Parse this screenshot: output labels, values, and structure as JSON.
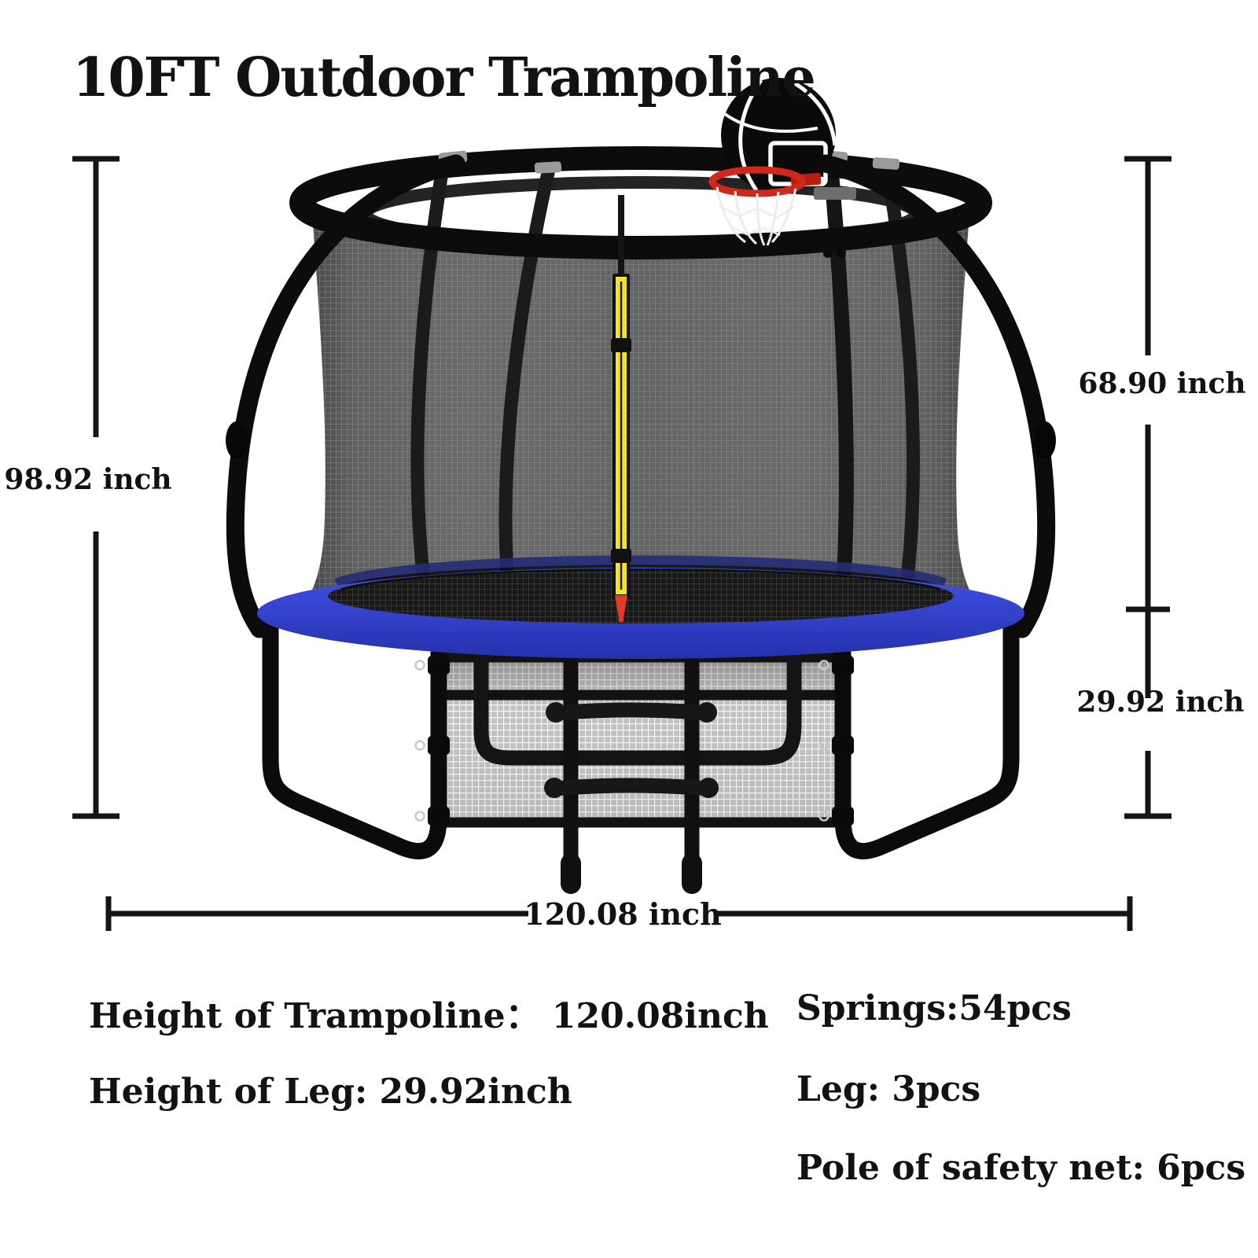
{
  "title": "10FT Outdoor Trampoline",
  "dimension_labels": {
    "overall_height": "98.92 inch",
    "enclosure_height": "68.90 inch",
    "leg_height": "29.92 inch",
    "diameter": "120.08 inch"
  },
  "specs": {
    "trampoline_height": "Height of Trampoline：  120.08inch",
    "leg_height": "Height of Leg: 29.92inch",
    "springs": "Springs:54pcs",
    "legs": "Leg: 3pcs",
    "net_poles": "Pole of safety net: 6pcs"
  },
  "colors": {
    "pad_blue": "#3B49D8",
    "frame_black": "#0D0D0D",
    "net_gray": "#4F4F4F",
    "skirt_gray": "#C3C3C3",
    "zipper_yellow": "#F5E320",
    "rim_red": "#D2281C"
  }
}
